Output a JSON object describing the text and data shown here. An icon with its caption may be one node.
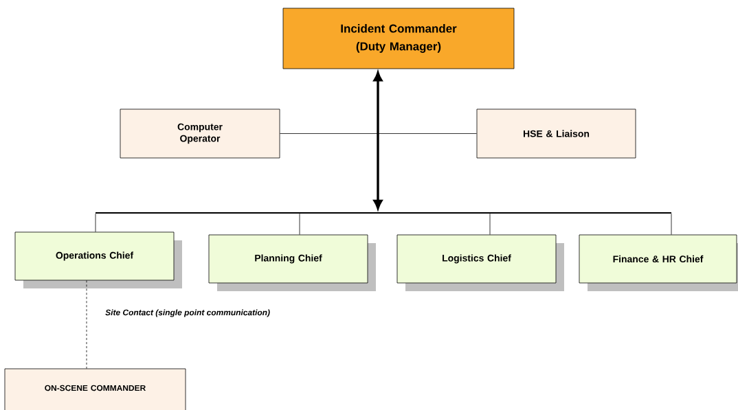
{
  "diagram": {
    "nodes": [
      {
        "text": [
          "Incident Commander",
          "(Duty Manager)"
        ]
      },
      {
        "text": [
          "Computer Operator"
        ]
      },
      {
        "text": [
          "HSE & Liaison"
        ]
      },
      {
        "text": [
          "Operations Chief"
        ]
      },
      {
        "text": [
          "Planning Chief"
        ]
      },
      {
        "text": [
          "Logistics Chief"
        ]
      },
      {
        "text": [
          "Finance & HR Chief"
        ]
      },
      {
        "text": [
          "ON-SCENE COMMANDER"
        ]
      },
      {
        "text": [],
        "shape": "bar"
      }
    ],
    "edges": [
      {
        "from": 0,
        "to": 8,
        "arrow": "both",
        "style": "thick"
      },
      {
        "from": 8,
        "to": 3,
        "arrow": "none"
      },
      {
        "from": 8,
        "to": 4,
        "arrow": "none"
      },
      {
        "from": 8,
        "to": 5,
        "arrow": "none"
      },
      {
        "from": 8,
        "to": 6,
        "arrow": "none"
      },
      {
        "from": 1,
        "to": 2,
        "arrow": "none"
      },
      {
        "from": 3,
        "to": 7,
        "arrow": "none",
        "style": "dashed",
        "label": "Site Contact (single point communication)"
      }
    ]
  }
}
